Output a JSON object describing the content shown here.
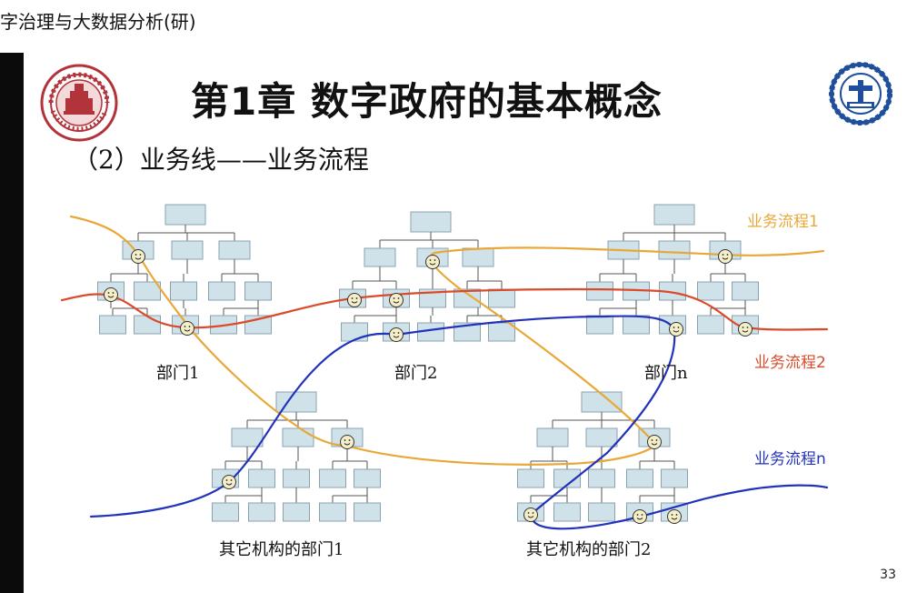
{
  "window": {
    "title": "字治理与大数据分析(研)"
  },
  "slide": {
    "title": "第1章 数字政府的基本概念",
    "subtitle": "（2）业务线——业务流程",
    "page_number": "33"
  },
  "diagram": {
    "departments": [
      "部门1",
      "部门2",
      "部门n",
      "其它机构的部门1",
      "其它机构的部门2"
    ],
    "processes": [
      {
        "label": "业务流程1",
        "color": "#E8A838"
      },
      {
        "label": "业务流程2",
        "color": "#D94B2B"
      },
      {
        "label": "业务流程n",
        "color": "#2233BB"
      }
    ],
    "node_fill": "#CFE2EA",
    "node_stroke": "#8AA2AE"
  },
  "icons": {
    "left_logo": "sjtu-seal-icon",
    "right_logo": "sjtu-emblem-icon",
    "person_marker": "smiley-face-icon"
  }
}
